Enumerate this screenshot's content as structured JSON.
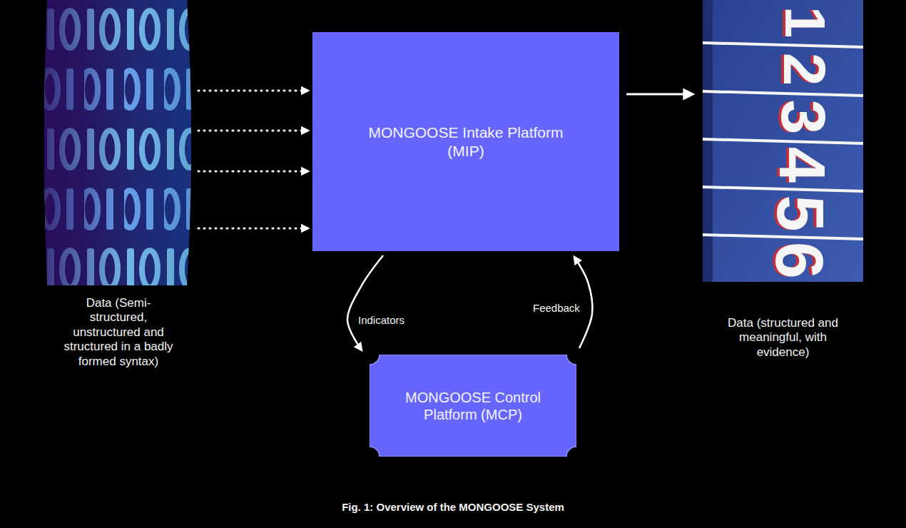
{
  "diagram": {
    "caption": "Fig. 1: Overview of the MONGOOSE System",
    "nodes": [
      {
        "text": [
          "Data (Semi-structured, unstructured and structured in a badly formed syntax)"
        ]
      },
      {
        "text": [
          "MONGOOSE Intake Platform (MIP)"
        ]
      },
      {
        "text": [
          "Data (structured and meaningful, with evidence)"
        ]
      },
      {
        "text": [
          "MONGOOSE Control Platform (MCP)"
        ]
      }
    ],
    "edges": [
      {
        "from": 0,
        "to": 1,
        "arrow": "to"
      },
      {
        "from": 0,
        "to": 1,
        "arrow": "to"
      },
      {
        "from": 0,
        "to": 1,
        "arrow": "to"
      },
      {
        "from": 0,
        "to": 1,
        "arrow": "to"
      },
      {
        "from": 1,
        "to": 2,
        "arrow": "to"
      },
      {
        "from": 1,
        "to": 3,
        "label": "Indicators",
        "arrow": "to"
      },
      {
        "from": 3,
        "to": 1,
        "label": "Feedback",
        "arrow": "to"
      }
    ],
    "labels": [
      "1",
      "2",
      "3",
      "4",
      "5",
      "6"
    ]
  }
}
